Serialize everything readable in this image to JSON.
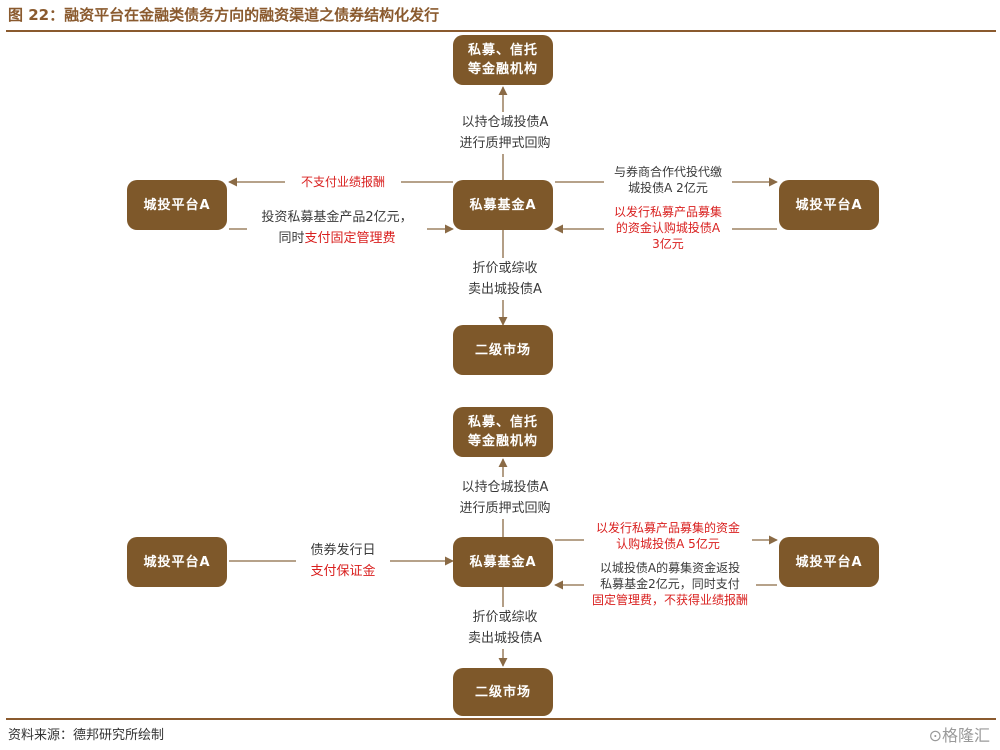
{
  "header": {
    "title": "图 22：融资平台在金融类债务方向的融资渠道之债券结构化发行"
  },
  "footer": {
    "source": "资料来源：德邦研究所绘制",
    "watermark": "⊙格隆汇"
  },
  "diagram1": {
    "top_box": [
      "私募、信托",
      "等金融机构"
    ],
    "center_box": "私募基金A",
    "left_box": "城投平台A",
    "right_box": "城投平台A",
    "bottom_box": "二级市场",
    "label_top": [
      "以持仓城投债A",
      "进行质押式回购"
    ],
    "label_bottom": [
      "折价或综收",
      "卖出城投债A"
    ],
    "label_left_top": "不支付业绩报酬",
    "label_left_bottom_line1": "投资私募基金产品2亿元，",
    "label_left_bottom_line2_prefix": "同时",
    "label_left_bottom_line2_red": "支付固定管理费",
    "label_right_top": [
      "与券商合作代投代缴",
      "城投债A 2亿元"
    ],
    "label_right_bottom": [
      "以发行私募产品募集",
      "的资金认购城投债A",
      "3亿元"
    ]
  },
  "diagram2": {
    "top_box": [
      "私募、信托",
      "等金融机构"
    ],
    "center_box": "私募基金A",
    "left_box": "城投平台A",
    "right_box": "城投平台A",
    "bottom_box": "二级市场",
    "label_top": [
      "以持仓城投债A",
      "进行质押式回购"
    ],
    "label_bottom": [
      "折价或综收",
      "卖出城投债A"
    ],
    "label_left": [
      "债券发行日",
      "支付保证金"
    ],
    "label_right_top": [
      "以发行私募产品募集的资金",
      "认购城投债A 5亿元"
    ],
    "label_right_bottom": [
      "以城投债A的募集资金返投",
      "私募基金2亿元，同时支付",
      "固定管理费，不获得业绩报酬"
    ]
  },
  "colors": {
    "box": "#7e582a",
    "title": "#8a5a2e",
    "highlight_red": "#d9201f",
    "arrow": "#8a6a45"
  }
}
